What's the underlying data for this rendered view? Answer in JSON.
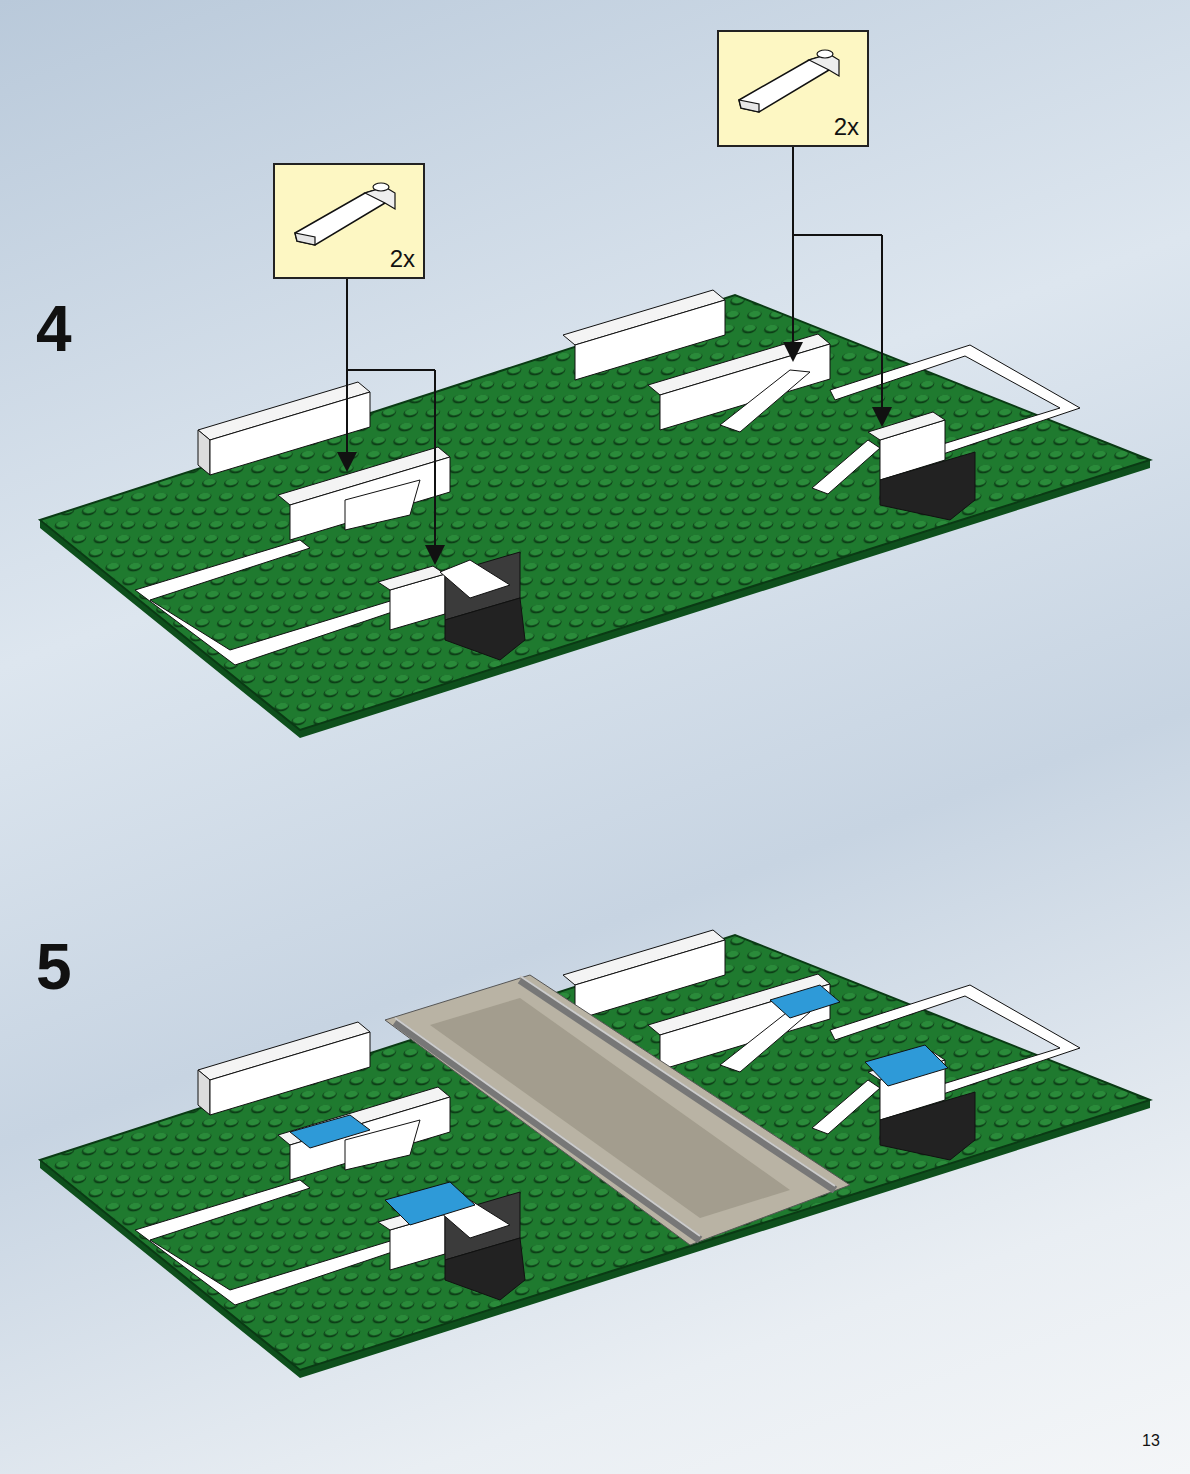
{
  "diagram": {
    "nodes": [
      {
        "text": [
          "2x"
        ]
      },
      {
        "text": [
          "2x"
        ]
      }
    ],
    "labels": [
      "4",
      "5",
      "13"
    ]
  }
}
